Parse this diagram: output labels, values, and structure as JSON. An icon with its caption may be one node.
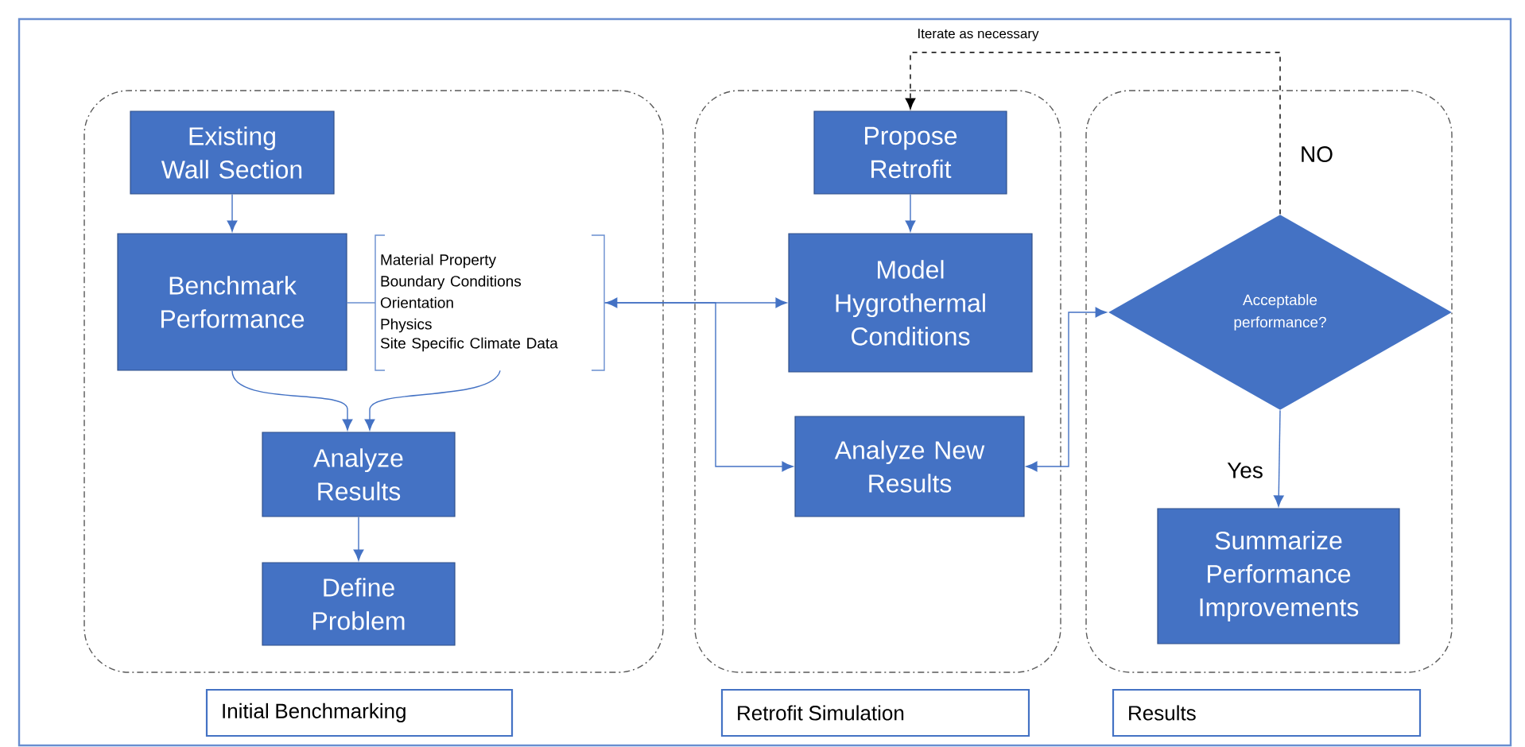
{
  "diagram": {
    "nodes": [
      {
        "text": [],
        "shape": "box"
      },
      {
        "text": [
          "Existing Wall Section"
        ],
        "in": 0
      },
      {
        "text": [
          "Benchmark Performance"
        ],
        "in": 0
      },
      {
        "text": [
          "Material Property",
          "Boundary Conditions",
          "Orientation",
          "Physics",
          "Site Specific Climate Data"
        ],
        "in": 0
      },
      {
        "text": [
          "Analyze Results"
        ],
        "in": 0
      },
      {
        "text": [
          "Define Problem"
        ],
        "in": 0
      },
      {
        "text": [],
        "shape": "box"
      },
      {
        "text": [
          "Propose Retrofit"
        ],
        "in": 6
      },
      {
        "text": [
          "Model Hygrothermal Conditions"
        ],
        "in": 6
      },
      {
        "text": [
          "Analyze New Results"
        ],
        "in": 6
      },
      {
        "text": [],
        "shape": "box"
      },
      {
        "text": [
          "Acceptable performance?"
        ],
        "in": 10
      },
      {
        "text": [
          "Summarize Performance Improvements"
        ],
        "in": 10
      },
      {
        "text": [
          "Initial Benchmarking"
        ]
      },
      {
        "text": [
          "Retrofit Simulation"
        ]
      },
      {
        "text": [
          "Results"
        ]
      }
    ],
    "edges": [
      {
        "from": 1,
        "to": 2,
        "arrow": "to"
      },
      {
        "from": 2,
        "to": 4,
        "arrow": "to"
      },
      {
        "from": 3,
        "to": 4,
        "arrow": "to"
      },
      {
        "from": 4,
        "to": 5,
        "arrow": "to"
      },
      {
        "from": 7,
        "to": 8,
        "arrow": "to"
      },
      {
        "from": 3,
        "to": 8,
        "arrow": "both"
      },
      {
        "from": 3,
        "to": 9,
        "arrow": "to"
      },
      {
        "from": 9,
        "to": 11,
        "arrow": "both"
      },
      {
        "from": 11,
        "to": 12,
        "arrow": "to",
        "label": "Yes"
      },
      {
        "from": 11,
        "to": 7,
        "arrow": "to",
        "label": "NO",
        "style": "dashed",
        "color": "#000000"
      }
    ],
    "labels": [
      "Iterate as necessary"
    ]
  }
}
